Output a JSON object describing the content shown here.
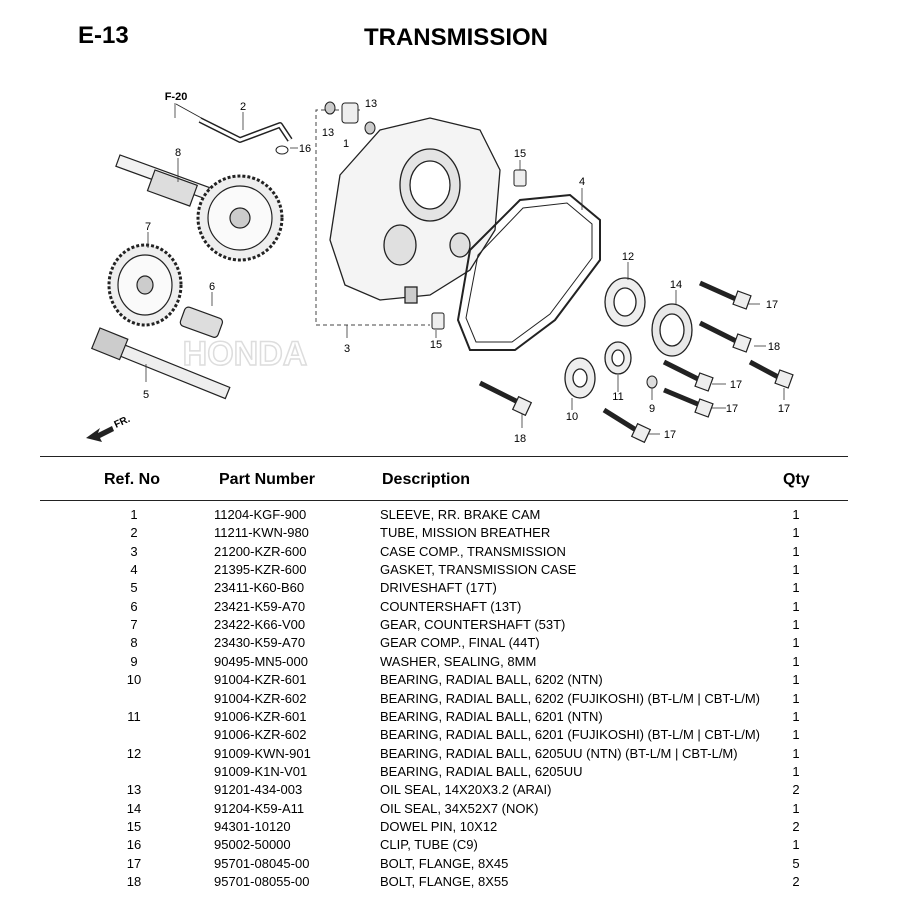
{
  "header": {
    "code": "E-13",
    "title": "TRANSMISSION"
  },
  "diagram": {
    "callouts": [
      "1",
      "2",
      "3",
      "4",
      "5",
      "6",
      "7",
      "8",
      "9",
      "10",
      "11",
      "12",
      "13",
      "13",
      "14",
      "15",
      "15",
      "16",
      "17",
      "17",
      "17",
      "17",
      "17",
      "18",
      "18"
    ],
    "section_ref": "F-20",
    "direction_label": "FR.",
    "watermark": "HONDA"
  },
  "table": {
    "headers": {
      "ref": "Ref. No",
      "part": "Part Number",
      "desc": "Description",
      "qty": "Qty"
    },
    "rows": [
      {
        "ref": "1",
        "part": "11204-KGF-900",
        "desc": "SLEEVE, RR. BRAKE CAM",
        "qty": "1"
      },
      {
        "ref": "2",
        "part": "11211-KWN-980",
        "desc": "TUBE, MISSION BREATHER",
        "qty": "1"
      },
      {
        "ref": "3",
        "part": "21200-KZR-600",
        "desc": "CASE COMP., TRANSMISSION",
        "qty": "1"
      },
      {
        "ref": "4",
        "part": "21395-KZR-600",
        "desc": "GASKET, TRANSMISSION CASE",
        "qty": "1"
      },
      {
        "ref": "5",
        "part": "23411-K60-B60",
        "desc": "DRIVESHAFT (17T)",
        "qty": "1"
      },
      {
        "ref": "6",
        "part": "23421-K59-A70",
        "desc": "COUNTERSHAFT (13T)",
        "qty": "1"
      },
      {
        "ref": "7",
        "part": "23422-K66-V00",
        "desc": "GEAR, COUNTERSHAFT (53T)",
        "qty": "1"
      },
      {
        "ref": "8",
        "part": "23430-K59-A70",
        "desc": "GEAR COMP., FINAL (44T)",
        "qty": "1"
      },
      {
        "ref": "9",
        "part": "90495-MN5-000",
        "desc": "WASHER, SEALING, 8MM",
        "qty": "1"
      },
      {
        "ref": "10",
        "part": "91004-KZR-601",
        "desc": "BEARING, RADIAL BALL, 6202 (NTN)",
        "qty": "1"
      },
      {
        "ref": "",
        "part": "91004-KZR-602",
        "desc": "BEARING, RADIAL BALL, 6202 (FUJIKOSHI) (BT-L/M | CBT-L/M)",
        "qty": "1"
      },
      {
        "ref": "11",
        "part": "91006-KZR-601",
        "desc": "BEARING, RADIAL BALL, 6201 (NTN)",
        "qty": "1"
      },
      {
        "ref": "",
        "part": "91006-KZR-602",
        "desc": "BEARING, RADIAL BALL, 6201 (FUJIKOSHI) (BT-L/M | CBT-L/M)",
        "qty": "1"
      },
      {
        "ref": "12",
        "part": "91009-KWN-901",
        "desc": "BEARING, RADIAL BALL, 6205UU (NTN) (BT-L/M | CBT-L/M)",
        "qty": "1"
      },
      {
        "ref": "",
        "part": "91009-K1N-V01",
        "desc": "BEARING, RADIAL BALL, 6205UU",
        "qty": "1"
      },
      {
        "ref": "13",
        "part": "91201-434-003",
        "desc": "OIL SEAL, 14X20X3.2 (ARAI)",
        "qty": "2"
      },
      {
        "ref": "14",
        "part": "91204-K59-A11",
        "desc": "OIL SEAL, 34X52X7 (NOK)",
        "qty": "1"
      },
      {
        "ref": "15",
        "part": "94301-10120",
        "desc": "DOWEL PIN, 10X12",
        "qty": "2"
      },
      {
        "ref": "16",
        "part": "95002-50000",
        "desc": "CLIP, TUBE (C9)",
        "qty": "1"
      },
      {
        "ref": "17",
        "part": "95701-08045-00",
        "desc": "BOLT, FLANGE, 8X45",
        "qty": "5"
      },
      {
        "ref": "18",
        "part": "95701-08055-00",
        "desc": "BOLT, FLANGE, 8X55",
        "qty": "2"
      }
    ]
  }
}
